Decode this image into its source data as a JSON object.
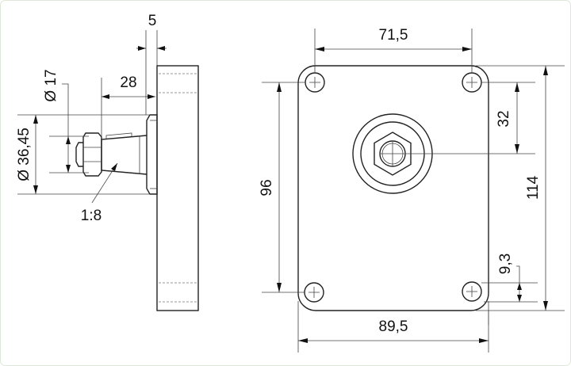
{
  "title": "Pump mounting flange dimension drawing",
  "dimensions": {
    "flange_thickness": "5",
    "shaft_length": "28",
    "thread_diameter": "Ø 17",
    "pilot_diameter": "Ø 36,45",
    "taper": "1:8",
    "hole_spacing_horizontal": "71,5",
    "plate_width": "89,5",
    "hole_spacing_vertical": "96",
    "plate_height": "114",
    "center_offset": "32",
    "hole_edge_offset": "9,3"
  }
}
